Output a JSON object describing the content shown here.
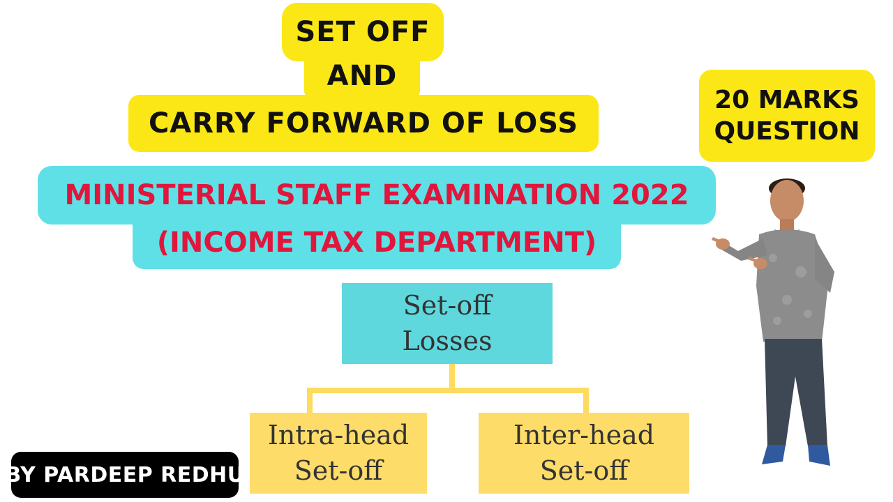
{
  "title": {
    "line1": "SET OFF",
    "line2": "AND",
    "line3": "CARRY FORWARD OF LOSS"
  },
  "marks_badge": {
    "line1": "20 MARKS",
    "line2": "QUESTION"
  },
  "exam": {
    "line1": "MINISTERIAL STAFF EXAMINATION 2022",
    "line2": "(INCOME TAX DEPARTMENT)"
  },
  "diagram": {
    "root": {
      "line1": "Set-off",
      "line2": "Losses"
    },
    "left": {
      "line1": "Intra-head",
      "line2": "Set-off"
    },
    "right": {
      "line1": "Inter-head",
      "line2": "Set-off"
    }
  },
  "author": "BY PARDEEP REDHU",
  "colors": {
    "yellow": "#fbe716",
    "cyan": "#5fe0e6",
    "red_text": "#e0163c",
    "diagram_yellow": "#fddc6a",
    "diagram_cyan": "#5fd8dd"
  }
}
